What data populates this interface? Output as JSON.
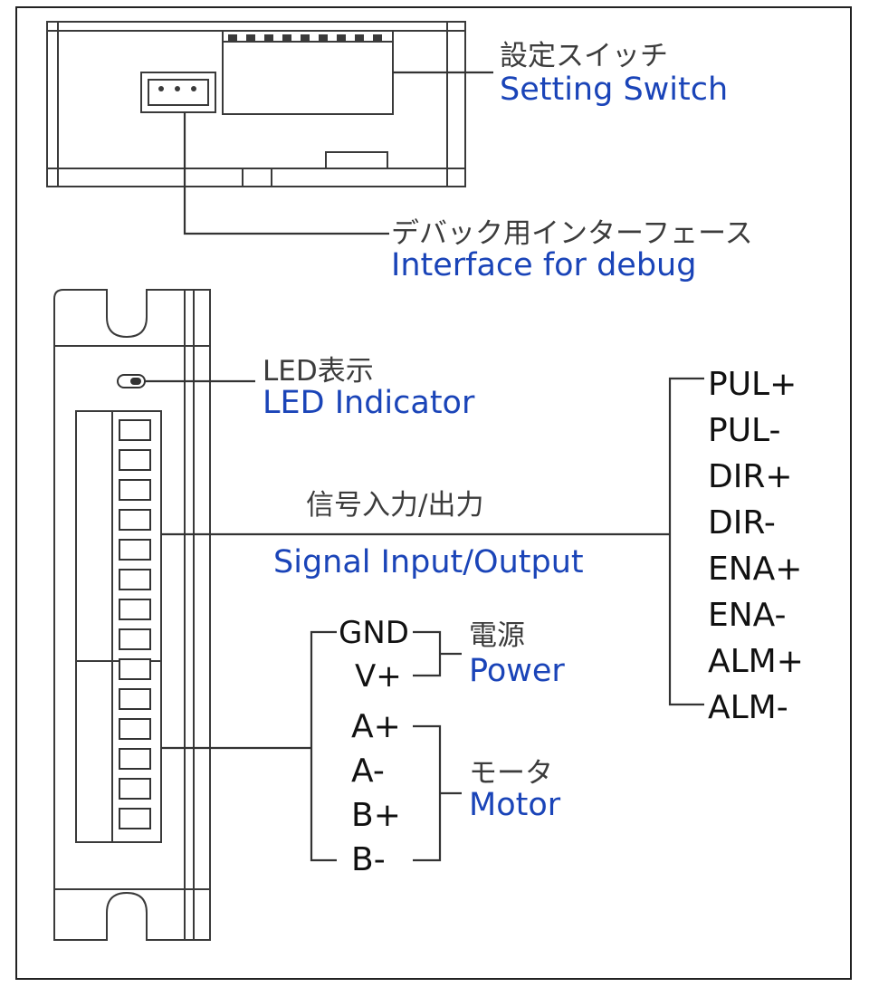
{
  "top_labels": {
    "setting_switch_ja": "設定スイッチ",
    "setting_switch_en": "Setting Switch",
    "debug_ja": "デバック用インターフェース",
    "debug_en": "Interface for debug"
  },
  "labels": {
    "led_ja": "LED表示",
    "led_en": "LED Indicator",
    "signal_ja": "信号入力/出力",
    "signal_en": "Signal Input/Output",
    "power_ja": "電源",
    "power_en": "Power",
    "motor_ja": "モータ",
    "motor_en": "Motor"
  },
  "signal_pins": [
    "PUL+",
    "PUL-",
    "DIR+",
    "DIR-",
    "ENA+",
    "ENA-",
    "ALM+",
    "ALM-"
  ],
  "power_pins": [
    "GND",
    "V+"
  ],
  "motor_pins": [
    "A+",
    "A-",
    "B+",
    "B-"
  ],
  "colors": {
    "english_text": "#1a44b8",
    "japanese_text": "#3c3c3c",
    "pin_text": "#111111",
    "line": "#333333"
  }
}
